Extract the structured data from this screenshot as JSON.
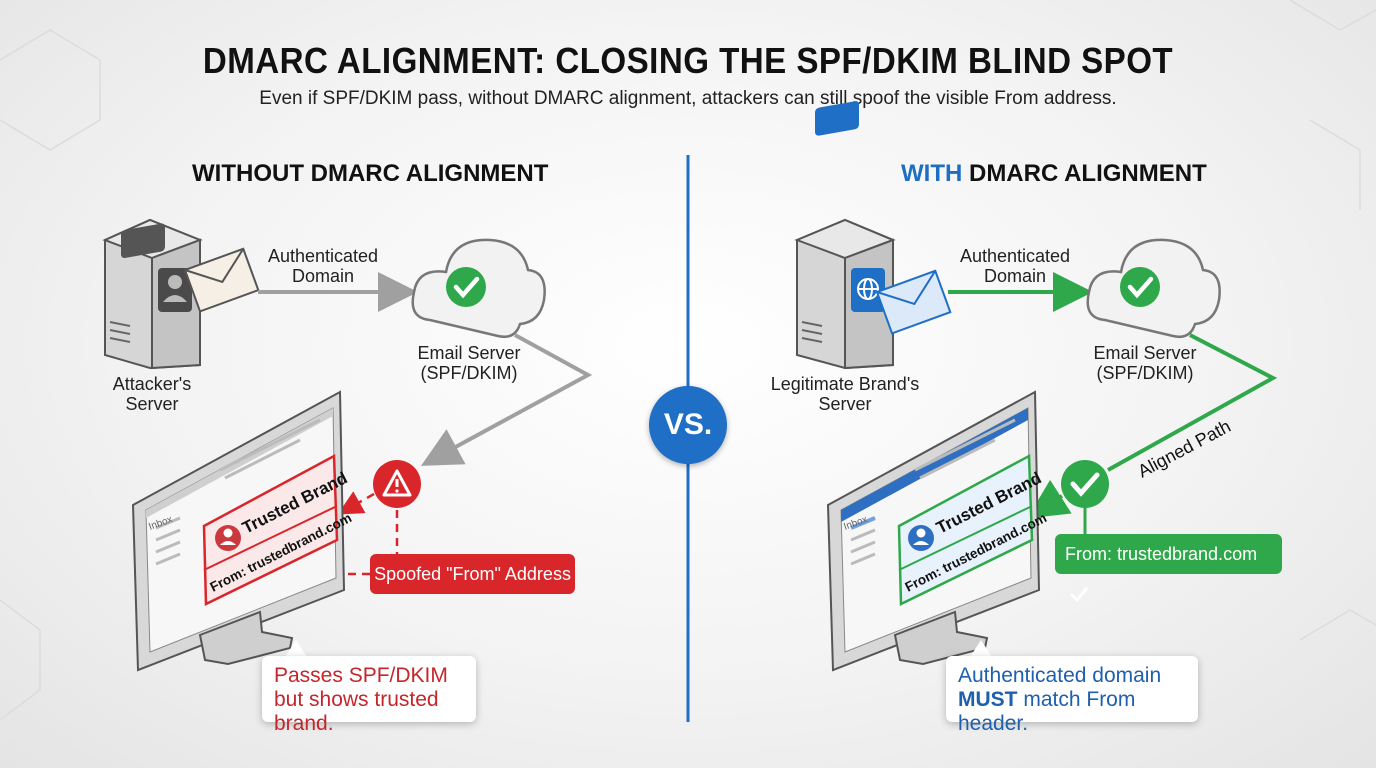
{
  "header": {
    "title": "DMARC ALIGNMENT: CLOSING THE SPF/DKIM BLIND SPOT",
    "subtitle": "Even if SPF/DKIM pass, without DMARC alignment, attackers can still spoof the visible From address."
  },
  "left": {
    "heading": "WITHOUT DMARC ALIGNMENT",
    "server_label": "Attacker's Server",
    "arrow_label": "Authenticated Domain",
    "email_server_label": "Email Server (SPF/DKIM)",
    "spoofed_label": "Spoofed \"From\" Address",
    "screen_inbox": "Inbox",
    "card_title": "Trusted Brand",
    "card_from": "From: trustedbrand.com",
    "callout": "Passes SPF/DKIM but shows trusted brand."
  },
  "divider": {
    "vs_label": "VS."
  },
  "right": {
    "heading_prefix": "WITH",
    "heading_rest": "DMARC ALIGNMENT",
    "server_label": "Legitimate Brand's Server",
    "arrow_label": "Authenticated Domain",
    "email_server_label": "Email Server (SPF/DKIM)",
    "aligned_label": "Aligned Path",
    "from_badge": "From: trustedbrand.com",
    "screen_inbox": "Inbox",
    "card_title": "Trusted Brand",
    "card_from": "From: trustedbrand.com",
    "callout_strong": "MUST",
    "callout_line1": "Authenticated domain",
    "callout_line2_rest": "match From header."
  },
  "colors": {
    "brand_blue": "#1f6fc6",
    "alert_red": "#d9262b",
    "pass_green": "#2ea84a",
    "neutral_gray": "#a0a0a0"
  },
  "icons": [
    "user-icon",
    "globe-icon",
    "envelope-icon",
    "cloud-icon",
    "check-icon",
    "warning-icon",
    "avatar-icon"
  ]
}
